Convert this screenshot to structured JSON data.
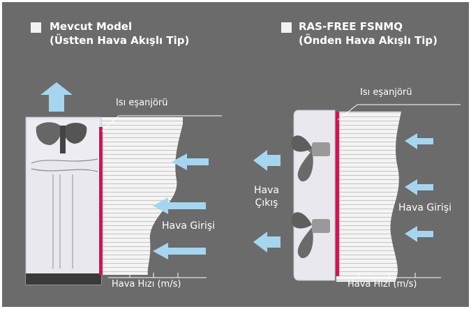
{
  "left_panel": {
    "title_line1": "Mevcut Model",
    "title_line2": "(Üstten Hava Akışlı Tip)",
    "heat_exchanger_label": "Isı eşanjörü",
    "air_inlet_label": "Hava Girişi",
    "air_speed_label": "Hava Hızı (m/s)"
  },
  "right_panel": {
    "title_line1": "RAS-FREE FSNMQ",
    "title_line2": "(Önden Hava Akışlı Tip)",
    "heat_exchanger_label": "Isı eşanjörü",
    "air_outlet_label_line1": "Hava",
    "air_outlet_label_line2": "Çıkış",
    "air_inlet_label": "Hava Girişi",
    "air_speed_label": "Hava Hızı (m/s)"
  },
  "colors": {
    "background": "#6b6b6b",
    "arrow": "#a6d6ef",
    "heat_exchanger": "#d5124f",
    "unit_body": "#e9e9ee",
    "fins": "#f2f2f2"
  }
}
